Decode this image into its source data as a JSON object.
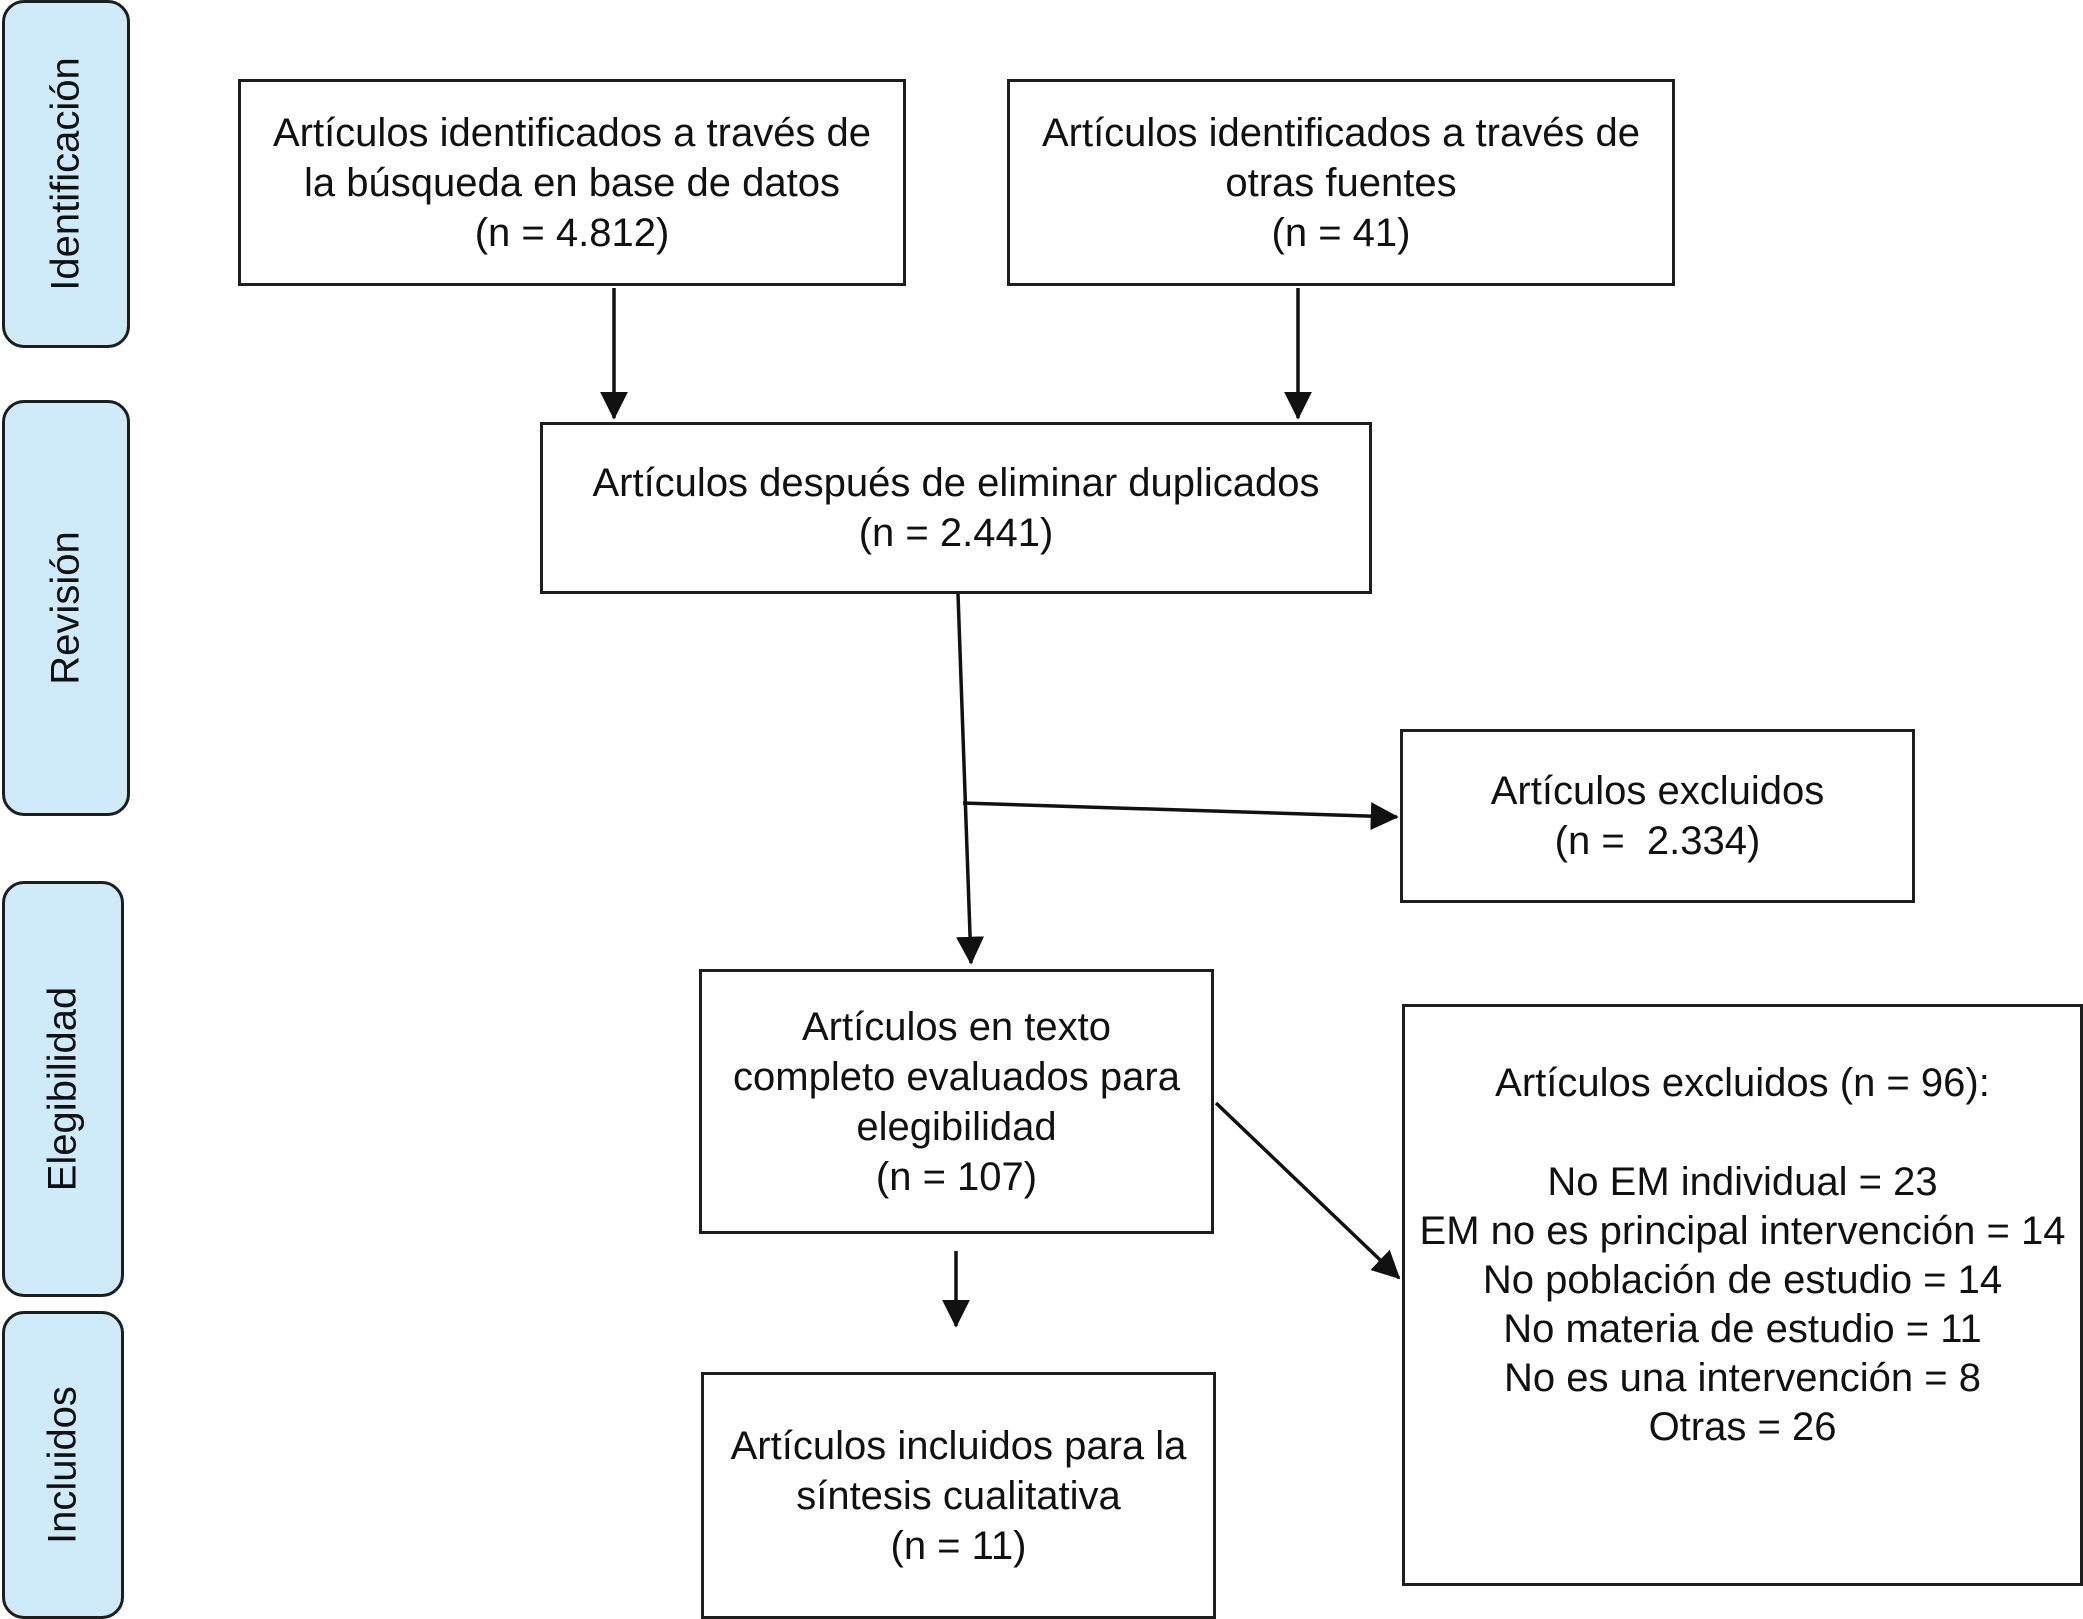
{
  "phases": {
    "identification": "Identificación",
    "review": "Revisión",
    "eligibility": "Elegibilidad",
    "included": "Incluidos"
  },
  "boxes": {
    "identified_db": {
      "line1": "Artículos identificados a través de",
      "line2": "la búsqueda en base de datos",
      "count": "(n = 4.812)"
    },
    "identified_other": {
      "line1": "Artículos identificados a través de",
      "line2": "otras fuentes",
      "count": "(n = 41)"
    },
    "after_duplicates": {
      "line1": "Artículos después de eliminar duplicados",
      "count": "(n = 2.441)"
    },
    "excluded_screening": {
      "line1": "Artículos excluidos",
      "count": "(n =  2.334)"
    },
    "fulltext_assessed": {
      "line1": "Artículos en texto",
      "line2": "completo evaluados para",
      "line3": "elegibilidad",
      "count": "(n = 107)"
    },
    "included_synthesis": {
      "line1": "Artículos incluidos para la",
      "line2": "síntesis cualitativa",
      "count": "(n = 11)"
    },
    "excluded_fulltext": {
      "title": "Artículos excluidos (n = 96):",
      "reasons": [
        "No EM individual = 23",
        "EM no es principal intervención = 14",
        "No población de estudio = 14",
        "No materia de estudio = 11",
        "No es una intervención = 8",
        "Otras = 26"
      ]
    }
  }
}
